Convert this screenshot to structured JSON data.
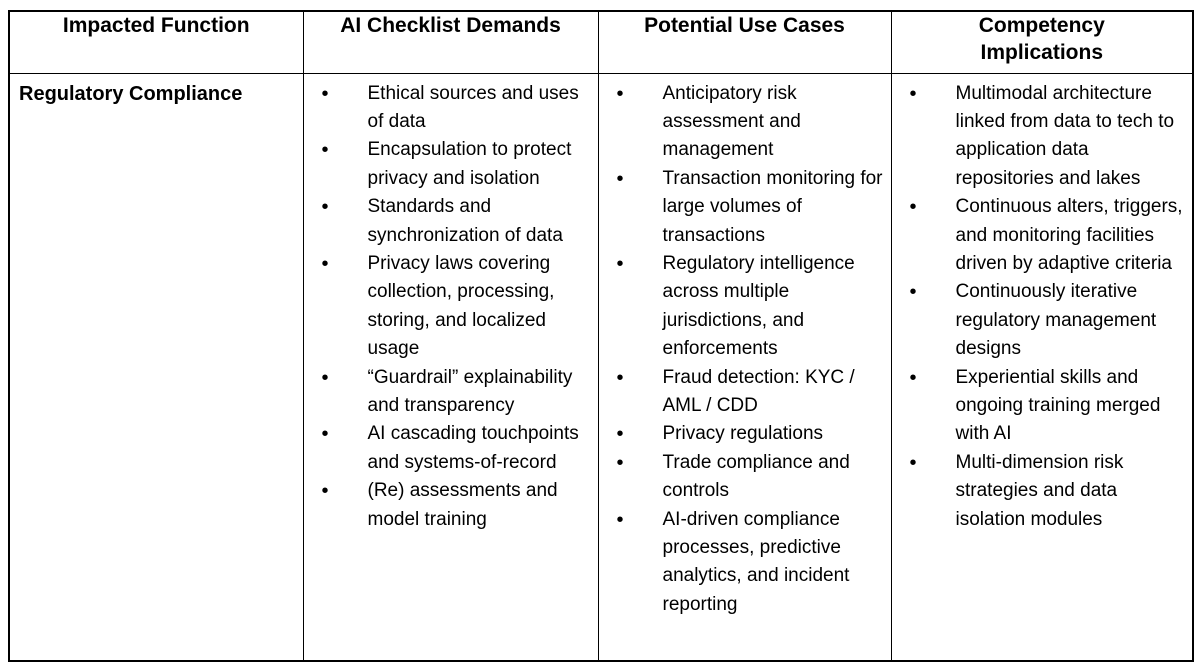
{
  "colors": {
    "background": "#ffffff",
    "text": "#000000",
    "border": "#000000"
  },
  "table": {
    "headers": [
      "Impacted Function",
      "AI Checklist Demands",
      "Potential Use Cases",
      "Competency Implications"
    ],
    "row": {
      "impacted_function": "Regulatory Compliance",
      "ai_checklist_demands": [
        "Ethical sources and uses of data",
        "Encapsulation to protect privacy and isolation",
        "Standards and synchronization of data",
        "Privacy laws covering collection, processing, storing, and localized usage",
        "“Guardrail” explainability and transparency",
        "AI cascading touchpoints and systems-of-record",
        "(Re) assessments and model training"
      ],
      "potential_use_cases": [
        "Anticipatory risk assessment and management",
        "Transaction monitoring for large volumes of transactions",
        "Regulatory intelligence across multiple jurisdictions, and enforcements",
        "Fraud detection: KYC / AML / CDD",
        "Privacy regulations",
        "Trade compliance and controls",
        "AI-driven compliance processes, predictive analytics, and incident reporting"
      ],
      "competency_implications": [
        "Multimodal architecture linked from data to tech to application data repositories and lakes",
        "Continuous alters, triggers, and monitoring facilities driven by adaptive criteria",
        "Continuously iterative regulatory management designs",
        "Experiential skills and ongoing training merged with AI",
        "Multi-dimension risk strategies and data isolation modules"
      ]
    }
  }
}
